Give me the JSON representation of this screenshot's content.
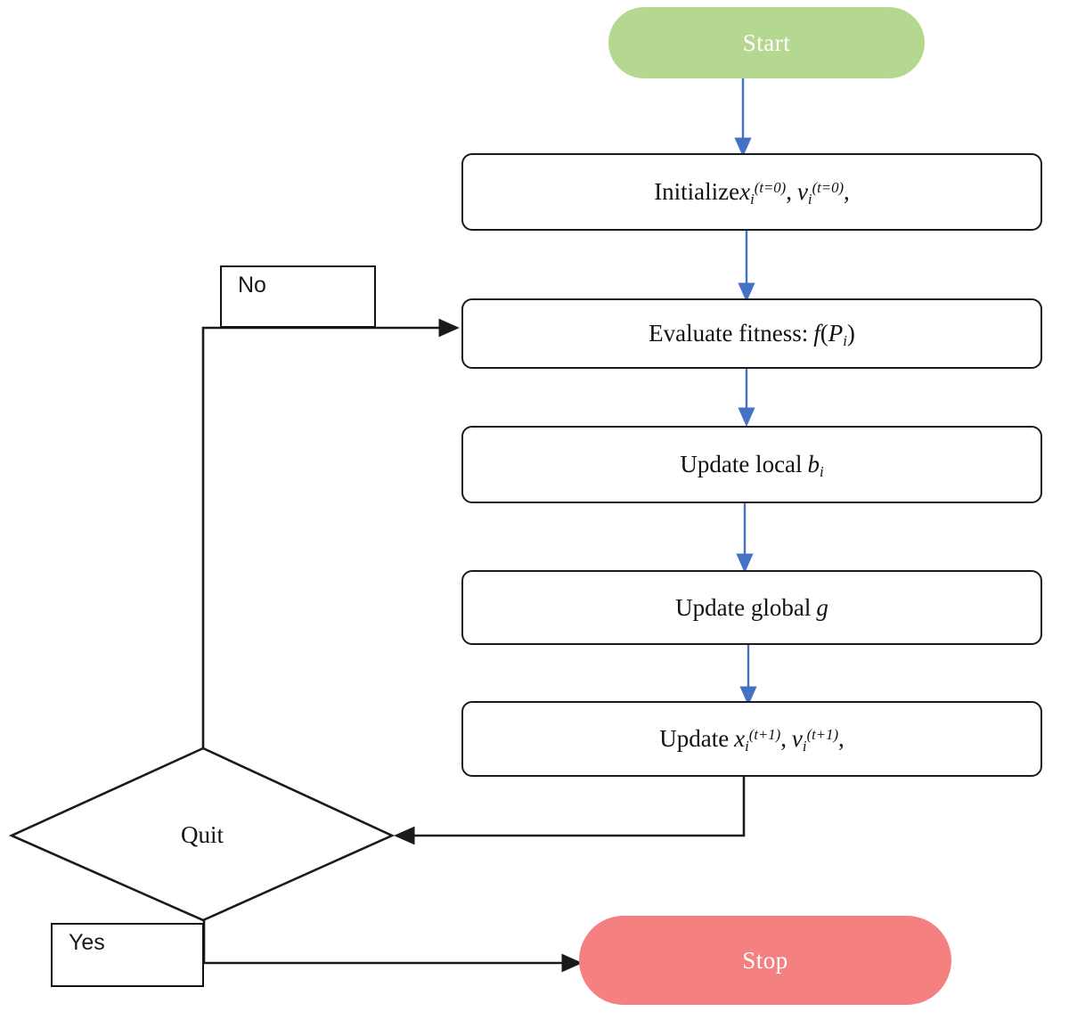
{
  "diagram": {
    "title": "Particle Swarm Optimization flowchart",
    "type": "flowchart",
    "background_color": "#ffffff",
    "colors": {
      "start_fill": "#b5d890",
      "stop_fill": "#f4807f",
      "terminator_text": "#ffffff",
      "process_border": "#1a1a1a",
      "process_fill": "#ffffff",
      "process_text": "#111111",
      "blue_connector": "#4472c4",
      "black_connector": "#1a1a1a"
    }
  },
  "nodes": {
    "start": {
      "label": "Start",
      "shape": "terminator"
    },
    "initialize": {
      "shape": "process",
      "prefix": "Initialize",
      "var1": "x",
      "var1_sub": "i",
      "var1_sup": "(t=0)",
      "sep1": ",",
      "var2": "v",
      "var2_sub": "i",
      "var2_sup": "(t=0)",
      "sep2": ",",
      "plain": "Initialize x_i^(t=0), v_i^(t=0),"
    },
    "evaluate": {
      "shape": "process",
      "prefix": "Evaluate fitness:",
      "func": "f",
      "open": "(",
      "arg": "P",
      "arg_sub": "i",
      "close": ")",
      "plain": "Evaluate fitness: f(P_i)"
    },
    "update_local": {
      "shape": "process",
      "prefix": "Update local",
      "var": "b",
      "var_sub": "i",
      "plain": "Update local b_i"
    },
    "update_global": {
      "shape": "process",
      "prefix": "Update global",
      "var": "g",
      "plain": "Update global g"
    },
    "update_xv": {
      "shape": "process",
      "prefix": "Update",
      "var1": "x",
      "var1_sub": "i",
      "var1_sup": "(t+1)",
      "sep1": ",",
      "var2": "v",
      "var2_sub": "i",
      "var2_sup": "(t+1)",
      "sep2": ",",
      "plain": "Update x_i^(t+1), v_i^(t+1),"
    },
    "decision": {
      "label": "Quit",
      "shape": "diamond"
    },
    "stop": {
      "label": "Stop",
      "shape": "terminator"
    }
  },
  "branches": {
    "no": {
      "label": "No",
      "target": "evaluate"
    },
    "yes": {
      "label": "Yes",
      "target": "stop"
    }
  },
  "chart_data": {
    "type": "diagram",
    "nodes": [
      {
        "id": "start",
        "label": "Start",
        "shape": "terminator",
        "fill": "#b5d890"
      },
      {
        "id": "initialize",
        "label": "Initialize x_i^(t=0), v_i^(t=0),",
        "shape": "process"
      },
      {
        "id": "evaluate",
        "label": "Evaluate fitness: f(P_i)",
        "shape": "process"
      },
      {
        "id": "update_local",
        "label": "Update local b_i",
        "shape": "process"
      },
      {
        "id": "update_global",
        "label": "Update global g",
        "shape": "process"
      },
      {
        "id": "update_xv",
        "label": "Update x_i^(t+1), v_i^(t+1),",
        "shape": "process"
      },
      {
        "id": "decision",
        "label": "Quit",
        "shape": "diamond"
      },
      {
        "id": "stop",
        "label": "Stop",
        "shape": "terminator",
        "fill": "#f4807f"
      }
    ],
    "edges": [
      {
        "from": "start",
        "to": "initialize",
        "label": "",
        "color": "#4472c4"
      },
      {
        "from": "initialize",
        "to": "evaluate",
        "label": "",
        "color": "#4472c4"
      },
      {
        "from": "evaluate",
        "to": "update_local",
        "label": "",
        "color": "#4472c4"
      },
      {
        "from": "update_local",
        "to": "update_global",
        "label": "",
        "color": "#4472c4"
      },
      {
        "from": "update_global",
        "to": "update_xv",
        "label": "",
        "color": "#4472c4"
      },
      {
        "from": "update_xv",
        "to": "decision",
        "label": "",
        "color": "#1a1a1a"
      },
      {
        "from": "decision",
        "to": "evaluate",
        "label": "No",
        "color": "#1a1a1a"
      },
      {
        "from": "decision",
        "to": "stop",
        "label": "Yes",
        "color": "#1a1a1a"
      }
    ]
  }
}
